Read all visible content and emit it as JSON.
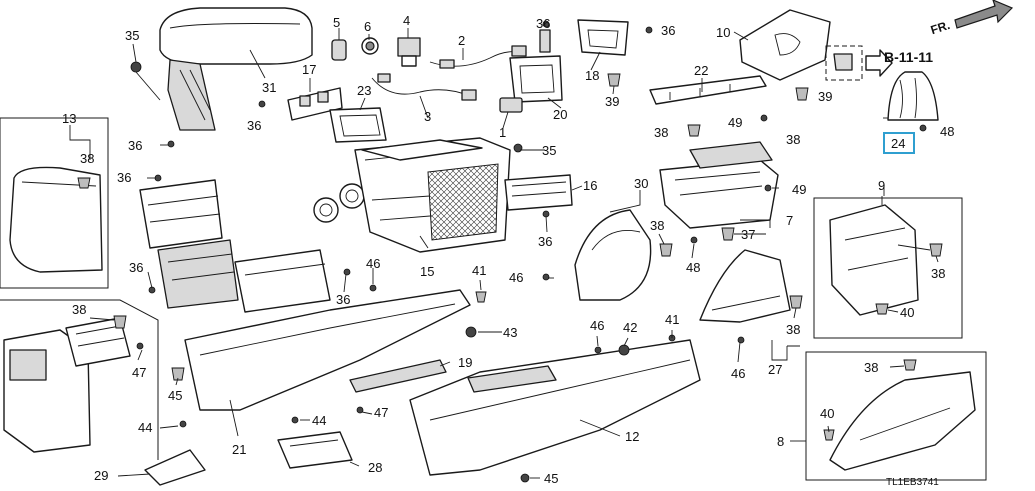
{
  "diagram": {
    "callouts": {
      "c1": "1",
      "c2": "2",
      "c3": "3",
      "c4": "4",
      "c5": "5",
      "c6": "6",
      "c7": "7",
      "c8": "8",
      "c9": "9",
      "c10": "10",
      "c12": "12",
      "c13": "13",
      "c15": "15",
      "c16": "16",
      "c17": "17",
      "c18": "18",
      "c19": "19",
      "c20": "20",
      "c21": "21",
      "c22": "22",
      "c23": "23",
      "c24": "24",
      "c27": "27",
      "c28": "28",
      "c29": "29",
      "c30": "30",
      "c31": "31",
      "c35": "35",
      "c36": "36",
      "c37": "37",
      "c38": "38",
      "c39": "39",
      "c40": "40",
      "c41": "41",
      "c42": "42",
      "c43": "43",
      "c44": "44",
      "c45": "45",
      "c46": "46",
      "c47": "47",
      "c48": "48",
      "c49": "49"
    },
    "reference_label": "B-11-11",
    "fr_label": "FR.",
    "diagram_code": "TL1EB3741",
    "highlight_color": "#2f9fd0"
  }
}
